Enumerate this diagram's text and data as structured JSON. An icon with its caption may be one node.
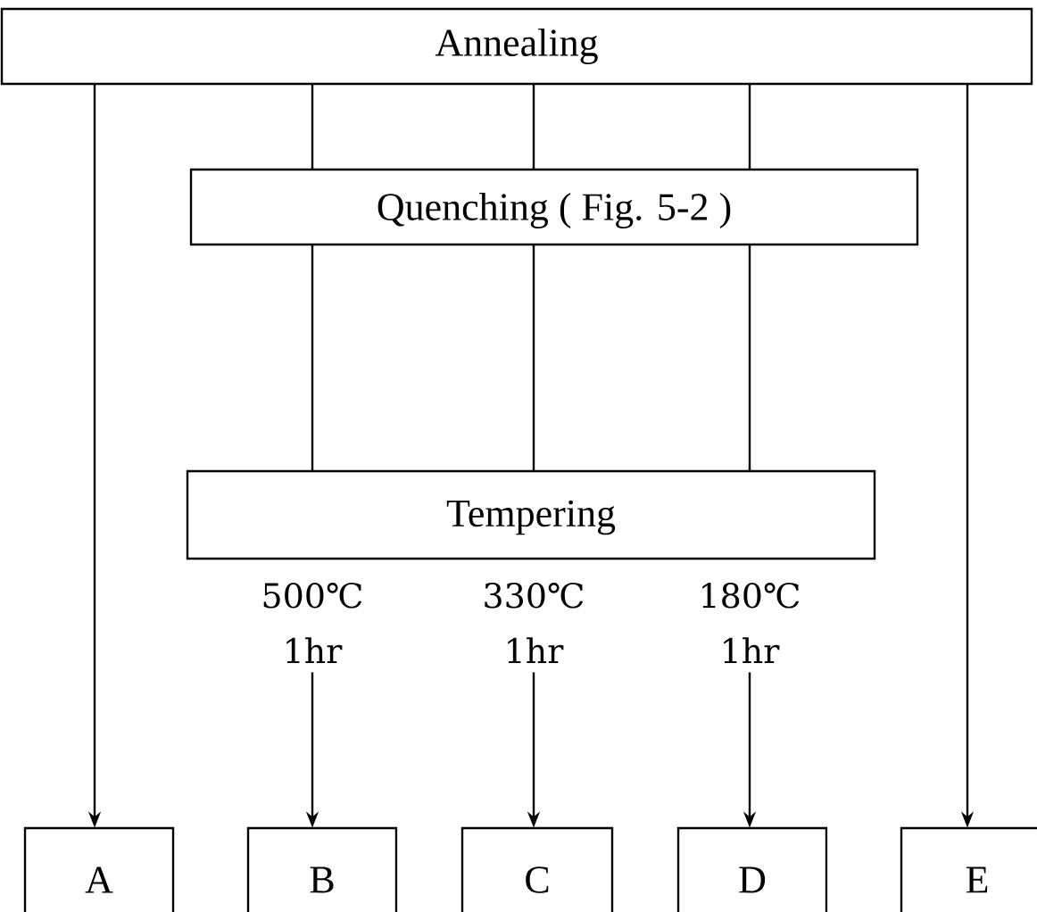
{
  "diagram": {
    "nodes": [
      {
        "text": [
          "Annealing"
        ]
      },
      {
        "text": [
          "Quenching ( Fig. 5-2 )"
        ]
      },
      {
        "text": [
          "Tempering"
        ]
      },
      {
        "text": [
          "A"
        ]
      },
      {
        "text": [
          "B"
        ]
      },
      {
        "text": [
          "C"
        ]
      },
      {
        "text": [
          "D"
        ]
      },
      {
        "text": [
          "E"
        ]
      },
      {
        "text": [
          "500℃ 1hr"
        ]
      },
      {
        "text": [
          "330℃ 1hr"
        ]
      },
      {
        "text": [
          "180℃ 1hr"
        ]
      }
    ],
    "edges": [
      {
        "from": 0,
        "to": 3,
        "arrow": "to"
      },
      {
        "from": 0,
        "to": 1,
        "arrow": "none"
      },
      {
        "from": 0,
        "to": 1,
        "arrow": "none"
      },
      {
        "from": 0,
        "to": 1,
        "arrow": "none"
      },
      {
        "from": 0,
        "to": 7,
        "arrow": "to"
      },
      {
        "from": 1,
        "to": 2,
        "arrow": "none"
      },
      {
        "from": 1,
        "to": 2,
        "arrow": "none"
      },
      {
        "from": 1,
        "to": 2,
        "arrow": "none"
      },
      {
        "from": 8,
        "to": 4,
        "arrow": "to"
      },
      {
        "from": 9,
        "to": 5,
        "arrow": "to"
      },
      {
        "from": 10,
        "to": 6,
        "arrow": "to"
      }
    ]
  }
}
